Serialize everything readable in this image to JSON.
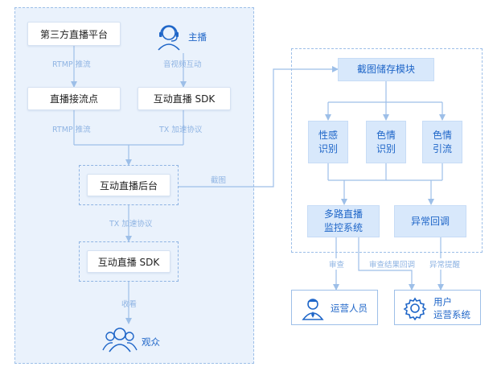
{
  "colors": {
    "line": "#9dbfe8",
    "accent": "#1f66c8",
    "panel": "#eaf2fc",
    "box_blue": "#d8e8fb"
  },
  "nodes": {
    "third_party_platform": "第三方直播平台",
    "anchor": "主播",
    "live_ingest": "直播接流点",
    "sdk_top": "互动直播 SDK",
    "backend": "互动直播后台",
    "sdk_bottom": "互动直播 SDK",
    "audience": "观众",
    "screenshot_module": "截图储存模块",
    "porn_line1": "性感",
    "porn_line2": "识别",
    "sensitive_line1": "色情",
    "sensitive_line2": "识别",
    "drainage_line1": "色情",
    "drainage_line2": "引流",
    "monitor_line1": "多路直播",
    "monitor_line2": "监控系统",
    "callback": "异常回调",
    "operator": "运营人员",
    "user_ops_line1": "用户",
    "user_ops_line2": "运营系统"
  },
  "labels": {
    "rtmp_push": "RTMP 推流",
    "av_interact": "音视频互动",
    "rtmp_pull": "RTMP 推流",
    "tx_accel_1": "TX 加速协议",
    "tx_accel_2": "TX 加速协议",
    "watch": "收看",
    "screenshot": "截图",
    "review": "审查",
    "review_result": "审查结果回调",
    "alert": "异常提醒"
  },
  "icons": {
    "anchor": "headset-person-icon",
    "audience": "group-icon",
    "operator": "person-icon",
    "user_ops": "gear-icon"
  }
}
